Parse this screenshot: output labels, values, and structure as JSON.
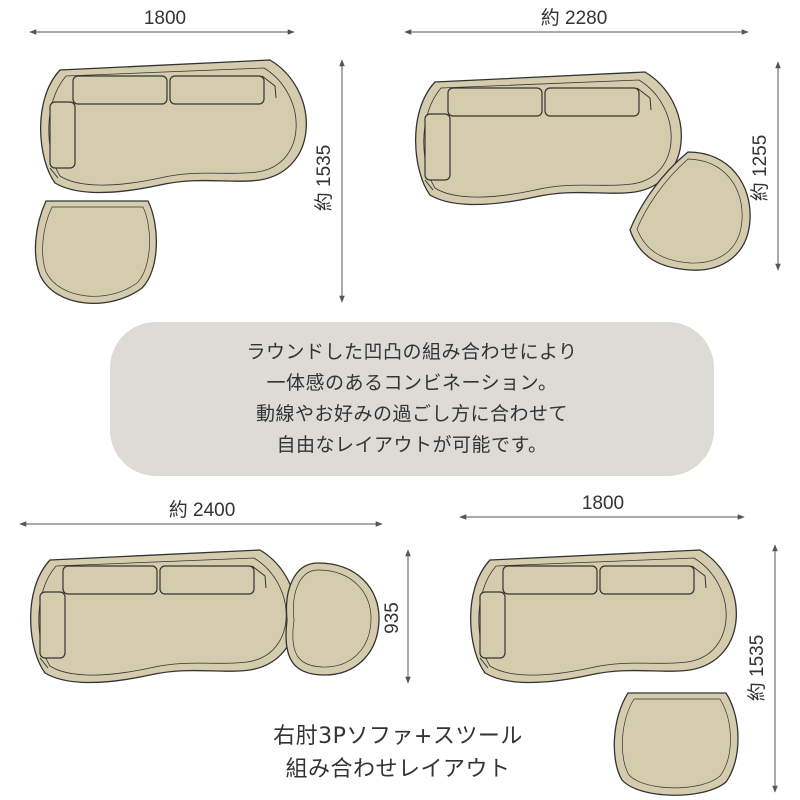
{
  "layouts": [
    {
      "name": "layout-top-left",
      "width_label": "1800",
      "depth_label": "約 1535"
    },
    {
      "name": "layout-top-right",
      "width_label": "約 2280",
      "depth_label": "約 1255"
    },
    {
      "name": "layout-bottom-left",
      "width_label": "約 2400",
      "depth_label": "935"
    },
    {
      "name": "layout-bottom-right",
      "width_label": "1800",
      "depth_label": "約 1535"
    }
  ],
  "caption": {
    "lines": [
      "ラウンドした凹凸の組み合わせにより",
      "一体感のあるコンビネーション。",
      "動線やお好みの過ごし方に合わせて",
      "自由なレイアウトが可能です。"
    ]
  },
  "footer": {
    "lines": [
      "右肘3Pソファ+スツール",
      "組み合わせレイアウト"
    ]
  },
  "colors": {
    "fabric": "#d5ccad",
    "outline": "#333333",
    "caption_bg": "#dcdbd5"
  }
}
